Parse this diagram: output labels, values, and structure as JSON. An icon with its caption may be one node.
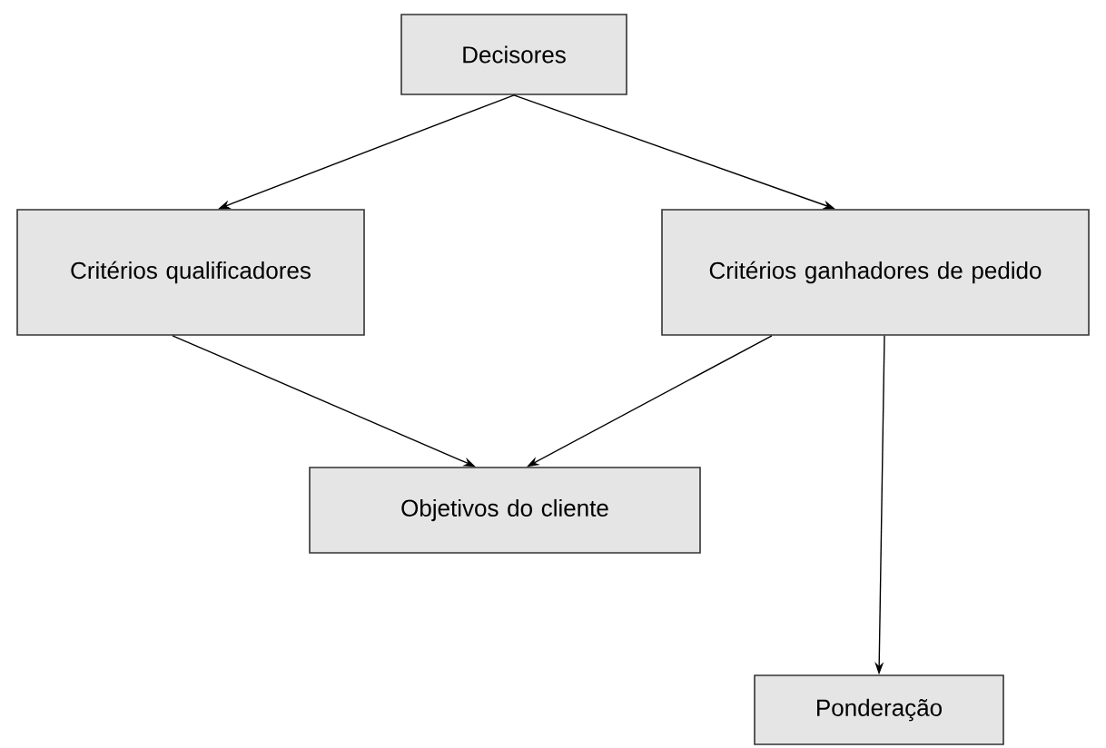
{
  "diagram": {
    "nodes": [
      {
        "text": [
          "Decisores"
        ]
      },
      {
        "text": [
          "Critérios qualificadores"
        ]
      },
      {
        "text": [
          "Critérios ganhadores de pedido"
        ]
      },
      {
        "text": [
          "Objetivos do cliente"
        ]
      },
      {
        "text": [
          "Ponderação"
        ]
      }
    ],
    "edges": [
      {
        "from": 0,
        "to": 1,
        "arrow": "to"
      },
      {
        "from": 0,
        "to": 2,
        "arrow": "to"
      },
      {
        "from": 1,
        "to": 3,
        "arrow": "to"
      },
      {
        "from": 2,
        "to": 3,
        "arrow": "to"
      },
      {
        "from": 2,
        "to": 4,
        "arrow": "to"
      }
    ]
  }
}
